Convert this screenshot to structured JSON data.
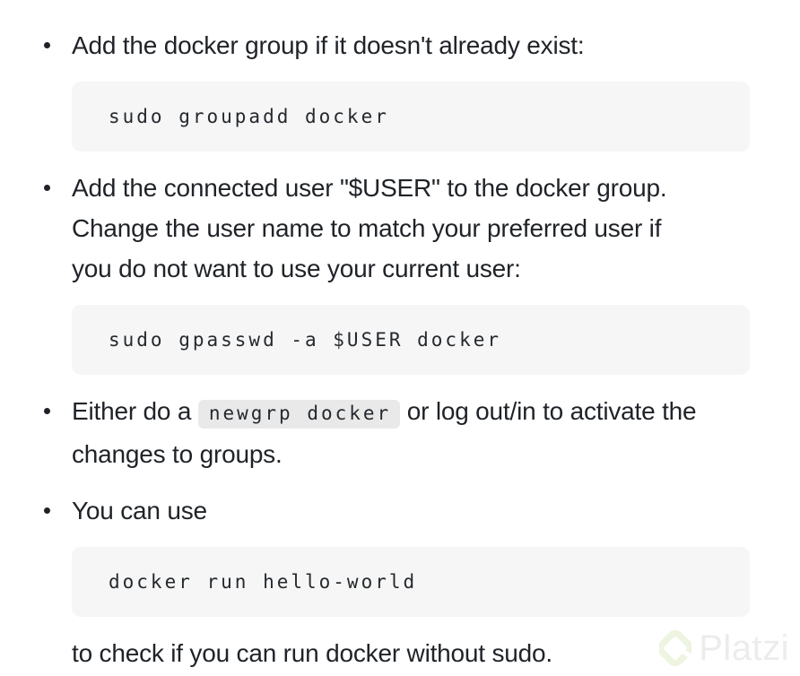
{
  "page": {
    "background": "#ffffff",
    "text_color": "#1f2328",
    "code_block_bg": "#f6f6f6",
    "inline_code_bg": "#e9e9e9"
  },
  "list": {
    "items": [
      {
        "text": "Add the docker group if it doesn't already exist:",
        "code": "sudo groupadd docker"
      },
      {
        "text": "Add the connected user \"$USER\" to the docker group.\nChange the user name to match your preferred user if\nyou do not want to use your current user:",
        "code": "sudo gpasswd -a $USER docker"
      },
      {
        "text_before": "Either do a ",
        "inline_code": "newgrp docker",
        "text_after": " or log out/in to activate the\nchanges to groups."
      },
      {
        "text": "You can use",
        "code": "docker run hello-world",
        "text_after_code": "to check if you can run docker without sudo."
      }
    ]
  },
  "watermark": {
    "brand": "Platzi",
    "logo_color": "#edf4e0",
    "text_color": "#ececec"
  }
}
